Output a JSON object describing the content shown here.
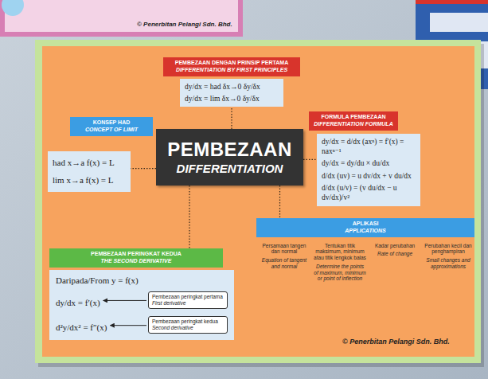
{
  "diagram": {
    "nodes": [
      {
        "text": [
          "PEMBEZAAN DENGAN PRINSIP PERTAMA",
          "DIFFERENTIATION BY FIRST PRINCIPLES"
        ]
      },
      {
        "text": [
          "dy/dx = had δx→0 δy/δx",
          "dy/dx = lim δx→0 δy/δx"
        ]
      },
      {
        "text": [
          "FORMULA PEMBEZAAN",
          "DIFFERENTIATION FORMULA"
        ]
      },
      {
        "text": [
          "KONSEP HAD",
          "CONCEPT OF LIMIT"
        ]
      },
      {
        "text": [
          "had x→a f(x) = L",
          "lim x→a f(x) = L"
        ]
      },
      {
        "text": [
          "PEMBEZAAN",
          "DIFFERENTIATION"
        ]
      },
      {
        "text": [
          "dy/dx = d/dx (axⁿ) = f′(x) = naxⁿ⁻¹",
          "dy/dx = dy/du × du/dx",
          "d/dx (uv) = u dv/dx + v du/dx",
          "d/dx (u/v) = (v du/dx − u dv/dx)/v²"
        ]
      },
      {
        "text": [
          "APLIKASI",
          "APPLICATIONS"
        ]
      },
      {
        "text": [
          "PEMBEZAAN PERINGKAT KEDUA",
          "THE SECOND DERIVATIVE"
        ]
      },
      {
        "text": [
          "Daripada/From y = f(x)",
          "dy/dx = f′(x)",
          "d²y/dx² = f″(x)"
        ]
      },
      {
        "text": [
          "Pembezaan peringkat pertama",
          "First derivative"
        ],
        "in": 9
      },
      {
        "text": [
          "Pembezaan peringkat kedua",
          "Second derivative"
        ],
        "in": 9
      }
    ],
    "edges": [
      {
        "from": 5,
        "to": 1,
        "arrow": "none"
      },
      {
        "from": 5,
        "to": 4,
        "arrow": "none"
      },
      {
        "from": 5,
        "to": 6,
        "arrow": "none"
      },
      {
        "from": 5,
        "to": 7,
        "arrow": "none"
      },
      {
        "from": 5,
        "to": 8,
        "arrow": "none"
      }
    ],
    "labels": [
      "© Penerbitan Pelangi Sdn. Bhd.",
      "Persamaan tangen dan normal",
      "Equation of tangent and normal",
      "Tentukan titik maksimum, minimum atau titik lengkok balas",
      "Determine the points of maximum, minimum or point of inflection",
      "Kadar perubahan",
      "Rate of change",
      "Perubahan kecil dan penghampiran",
      "Small changes and approximations",
      "© Penerbitan Pelangi Sdn. Bhd."
    ]
  }
}
